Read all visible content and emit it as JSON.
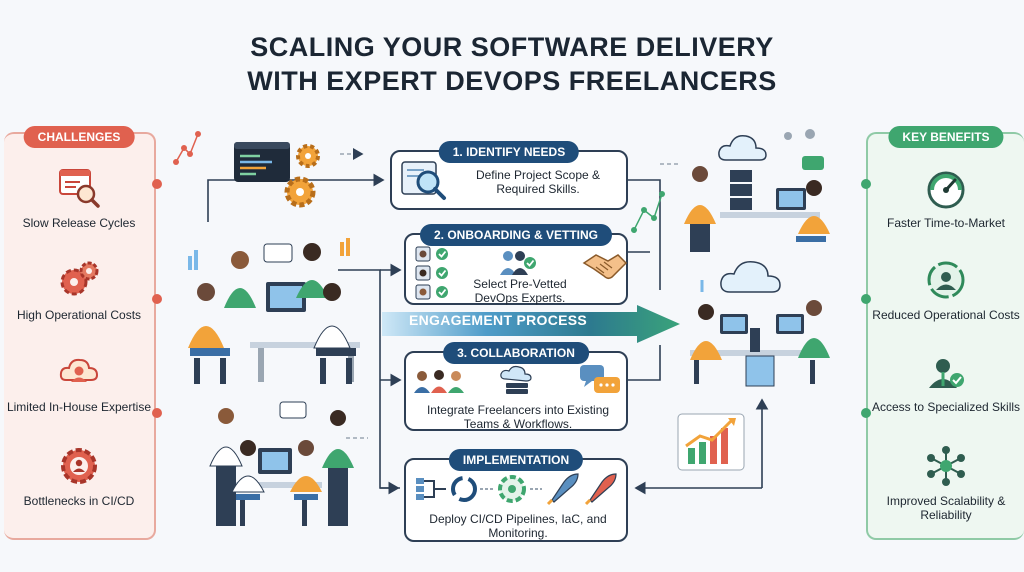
{
  "title": {
    "line1": "SCALING YOUR SOFTWARE DELIVERY",
    "line2": "WITH EXPERT DEVOPS FREELANCERS"
  },
  "challenges": {
    "header": "CHALLENGES",
    "items": [
      {
        "label": "Slow Release Cycles",
        "icon": "search-window-icon"
      },
      {
        "label": "High Operational Costs",
        "icon": "gears-icon"
      },
      {
        "label": "Limited In-House Expertise",
        "icon": "user-cloud-icon"
      },
      {
        "label": "Bottlenecks in CI/CD",
        "icon": "gear-person-icon"
      }
    ]
  },
  "steps": [
    {
      "header": "1. IDENTIFY NEEDS",
      "text": "Define Project Scope & Required Skills."
    },
    {
      "header": "2. ONBOARDING & VETTING",
      "text": "Select Pre-Vetted DevOps Experts."
    },
    {
      "header": "3. COLLABORATION",
      "text": "Integrate Freelancers into Existing Teams & Workflows."
    },
    {
      "header": "IMPLEMENTATION",
      "text": "Deploy CI/CD Pipelines, IaC, and Monitoring."
    }
  ],
  "engagement_label": "ENGAGEMENT PROCESS",
  "benefits": {
    "header": "KEY BENEFITS",
    "items": [
      {
        "label": "Faster Time-to-Market",
        "icon": "speedometer-icon"
      },
      {
        "label": "Reduced Operational Costs",
        "icon": "cost-cycle-icon"
      },
      {
        "label": "Access to Specialized Skills",
        "icon": "user-check-icon"
      },
      {
        "label": "Improved Scalability & Reliability",
        "icon": "network-icon"
      }
    ]
  },
  "colors": {
    "challenges_accent": "#e0614f",
    "benefits_accent": "#3fa66f",
    "step_header": "#1f4d7a",
    "engagement_start": "#9fd0ee",
    "engagement_end": "#3aa37a"
  }
}
